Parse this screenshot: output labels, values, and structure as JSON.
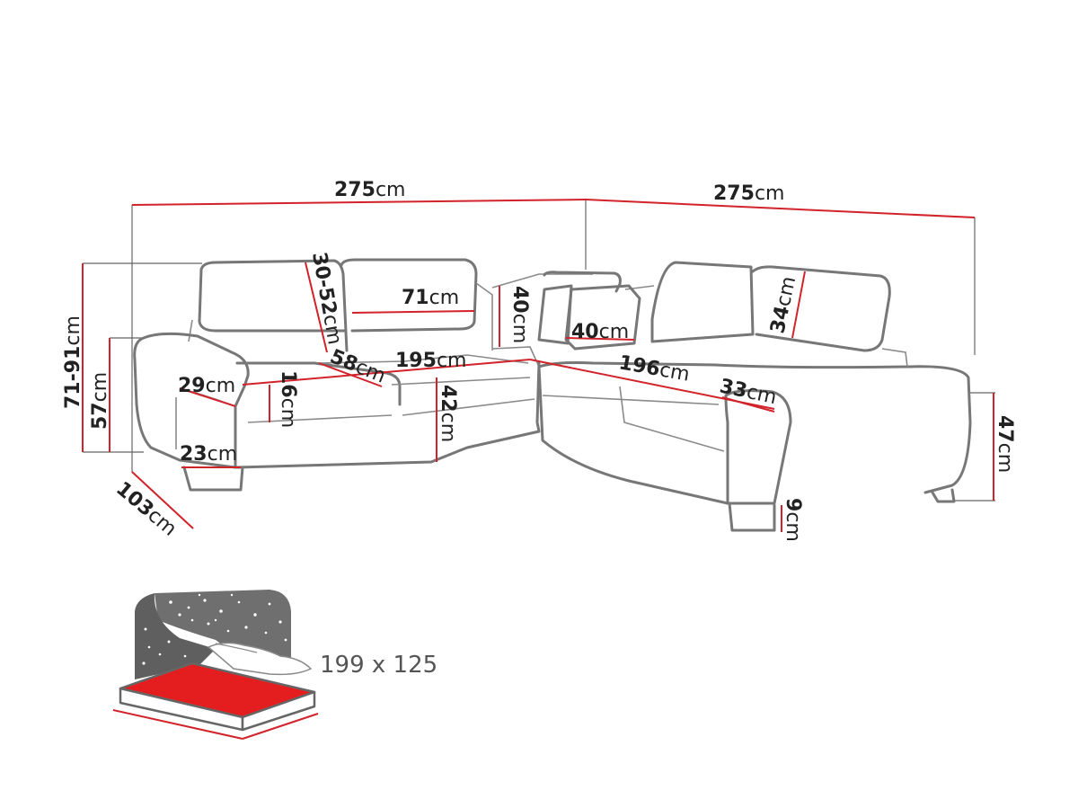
{
  "colors": {
    "outline": "#777777",
    "dimension": "#d2232a",
    "text": "#222222",
    "bed": "#e41e1e",
    "night": "#6f6f6f"
  },
  "dimensions": {
    "width_left": {
      "value": "275",
      "unit": "cm"
    },
    "width_right": {
      "value": "275",
      "unit": "cm"
    },
    "total_height": {
      "value": "71-91",
      "unit": "cm"
    },
    "armrest_height": {
      "value": "57",
      "unit": "cm"
    },
    "depth": {
      "value": "103",
      "unit": "cm"
    },
    "headrest_adjust": {
      "value": "30-52",
      "unit": "cm"
    },
    "headrest_width": {
      "value": "71",
      "unit": "cm"
    },
    "corner_back_height": {
      "value": "40",
      "unit": "cm"
    },
    "cushion_size": {
      "value": "40",
      "unit": "cm"
    },
    "headrest_height": {
      "value": "34",
      "unit": "cm"
    },
    "seat_depth": {
      "value": "58",
      "unit": "cm"
    },
    "seat_width_left": {
      "value": "195",
      "unit": "cm"
    },
    "seat_width_right": {
      "value": "196",
      "unit": "cm"
    },
    "armrest_width_left": {
      "value": "29",
      "unit": "cm"
    },
    "seat_thickness": {
      "value": "16",
      "unit": "cm"
    },
    "seat_height": {
      "value": "42",
      "unit": "cm"
    },
    "armrest_width_right": {
      "value": "33",
      "unit": "cm"
    },
    "arm_base_width": {
      "value": "23",
      "unit": "cm"
    },
    "right_height": {
      "value": "47",
      "unit": "cm"
    },
    "leg_height": {
      "value": "9",
      "unit": "cm"
    }
  },
  "bed": {
    "size_label": "199 x 125"
  }
}
